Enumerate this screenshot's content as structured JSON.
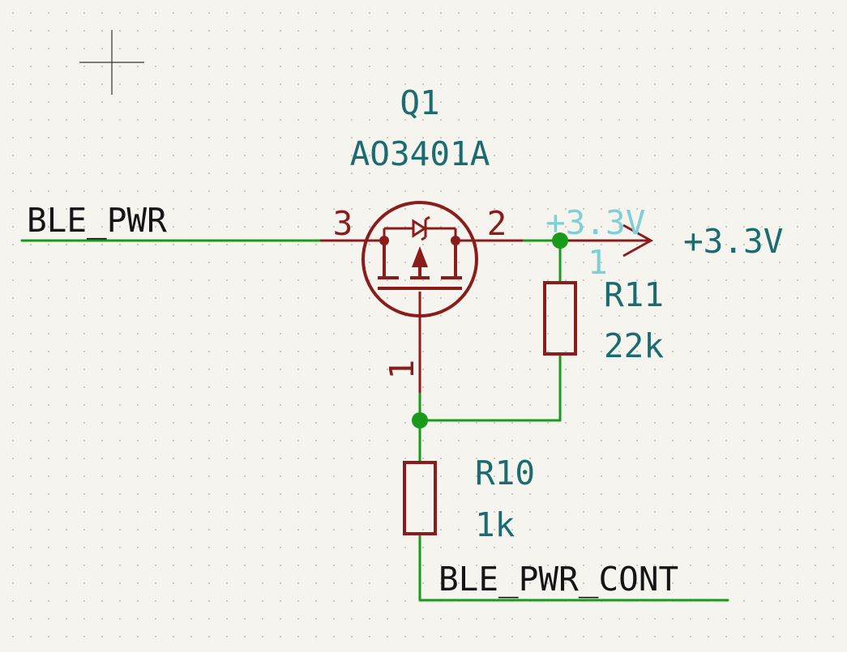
{
  "transistor": {
    "reference": "Q1",
    "value": "AO3401A",
    "pin_left": "3",
    "pin_right": "2",
    "pin_bottom": "1"
  },
  "resistor_top": {
    "reference": "R11",
    "value": "22k"
  },
  "resistor_bottom": {
    "reference": "R10",
    "value": "1k"
  },
  "nets": {
    "input": "BLE_PWR",
    "control": "BLE_PWR_CONT"
  },
  "power": {
    "label": "+3.3V",
    "ghost_label": "+3.3V",
    "ghost_pin": "1"
  },
  "colors": {
    "wire": "#1a9a1a",
    "component": "#8a1c1c",
    "reference_text": "#1b6c70",
    "background": "#f5f4ef"
  }
}
